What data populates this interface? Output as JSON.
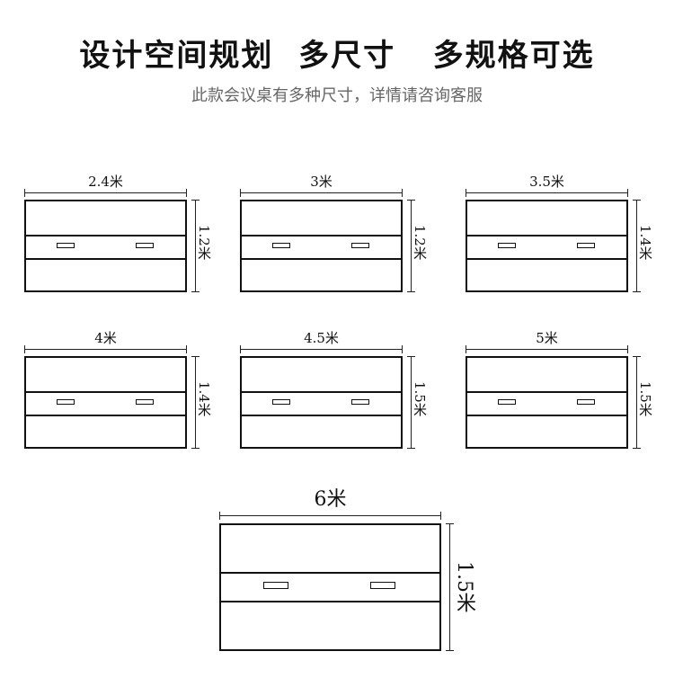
{
  "header": {
    "title": "设计空间规划  多尺寸   多规格可选",
    "subtitle": "此款会议桌有多种尺寸，详情请咨询客服"
  },
  "tables": [
    {
      "width_label": "2.4米",
      "height_label": "1.2米"
    },
    {
      "width_label": "3米",
      "height_label": "1.2米"
    },
    {
      "width_label": "3.5米",
      "height_label": "1.4米"
    },
    {
      "width_label": "4米",
      "height_label": "1.4米"
    },
    {
      "width_label": "4.5米",
      "height_label": "1.5米"
    },
    {
      "width_label": "5米",
      "height_label": "1.5米"
    },
    {
      "width_label": "6米",
      "height_label": "1.5米"
    }
  ]
}
